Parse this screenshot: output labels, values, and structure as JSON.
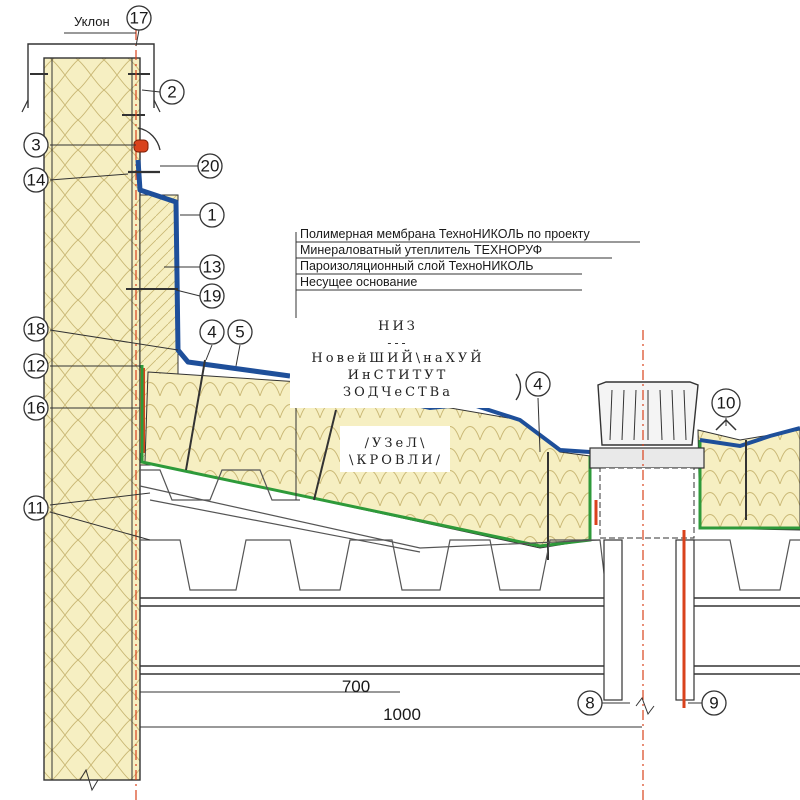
{
  "slope_label": "Уклон",
  "callouts": [
    {
      "id": "c17",
      "text": "17"
    },
    {
      "id": "c2",
      "text": "2"
    },
    {
      "id": "c3",
      "text": "3"
    },
    {
      "id": "c20",
      "text": "20"
    },
    {
      "id": "c14",
      "text": "14"
    },
    {
      "id": "c1",
      "text": "1"
    },
    {
      "id": "c13",
      "text": "13"
    },
    {
      "id": "c19",
      "text": "19"
    },
    {
      "id": "c18",
      "text": "18"
    },
    {
      "id": "c4a",
      "text": "4"
    },
    {
      "id": "c5",
      "text": "5"
    },
    {
      "id": "c12",
      "text": "12"
    },
    {
      "id": "c16",
      "text": "16"
    },
    {
      "id": "c4b",
      "text": "4"
    },
    {
      "id": "c10",
      "text": "10"
    },
    {
      "id": "c11",
      "text": "11"
    },
    {
      "id": "c8",
      "text": "8"
    },
    {
      "id": "c9",
      "text": "9"
    }
  ],
  "layers": [
    "Полимерная мембрана ТехноНИКОЛЬ по проекту",
    "Минераловатный утеплитель ТЕХНОРУФ",
    "Пароизоляционный слой ТехноНИКОЛЬ",
    "Несущее основание"
  ],
  "stamp": {
    "line1": "НИЗ",
    "line2": "---",
    "line3": "НовейШИЙ\\наХУЙ",
    "line4": "ИнСТИТУТ",
    "line5": "ЗОДЧеСТВа",
    "line6": "/УЗеЛ\\",
    "line7": "\\КРОВЛИ/"
  },
  "dimensions": {
    "d700": "700",
    "d1000": "1000"
  },
  "colors": {
    "insulation": "#f6efc2",
    "insulation_line": "#c9b774",
    "membrane": "#1e4f9a",
    "vapor": "#2e9a3a",
    "seal": "#d9421c",
    "axis": "#d9421c",
    "line": "#333333"
  }
}
